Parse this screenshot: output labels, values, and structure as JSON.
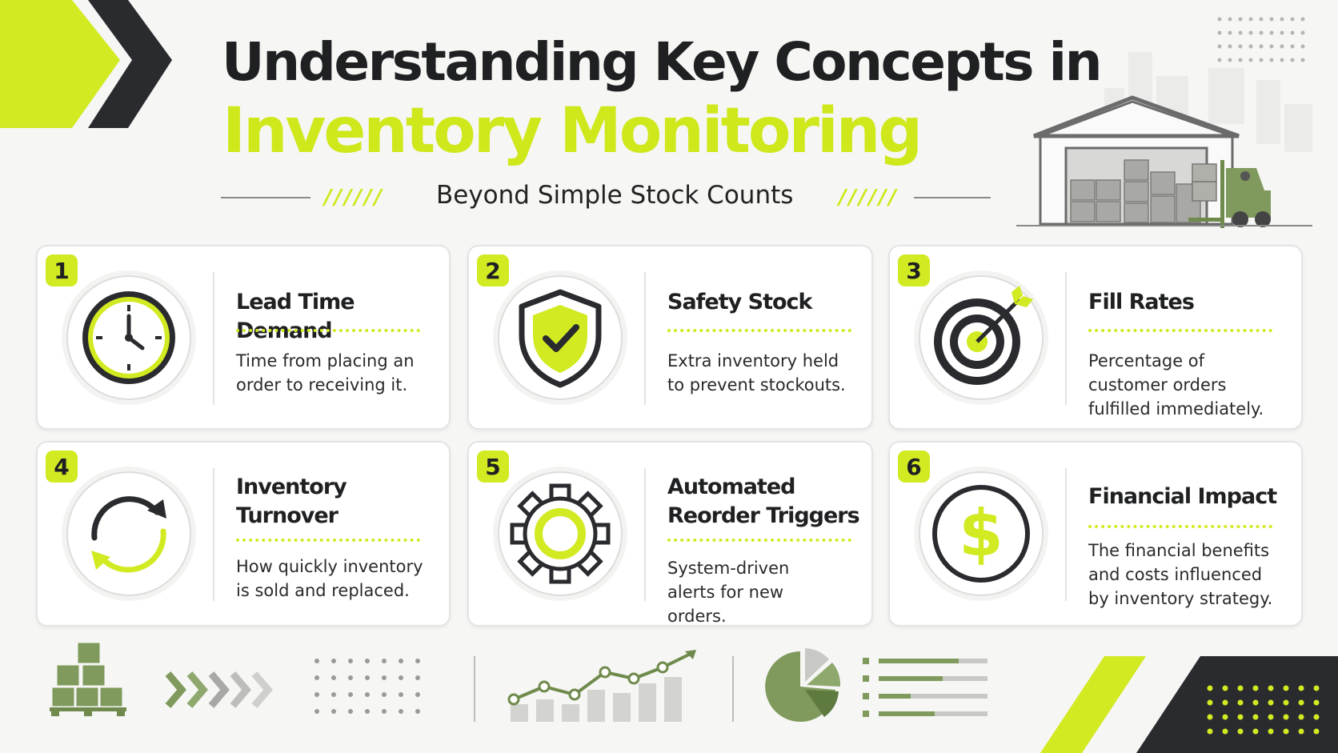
{
  "header": {
    "title_line1": "Understanding Key Concepts in",
    "title_line2": "Inventory Monitoring",
    "subtitle": "Beyond Simple Stock Counts",
    "slash_decor": "//////"
  },
  "colors": {
    "accent": "#cfe81c",
    "dark": "#2a2b2e",
    "muted_green": "#7f9a5c",
    "background": "#f6f6f4"
  },
  "cards": [
    {
      "number": "1",
      "title": "Lead Time Demand",
      "description": "Time from placing an order to receiving it.",
      "icon": "clock-icon"
    },
    {
      "number": "2",
      "title": "Safety Stock",
      "description": "Extra inventory held to prevent stockouts.",
      "icon": "shield-check-icon"
    },
    {
      "number": "3",
      "title": "Fill Rates",
      "description": "Percentage of customer orders fulfilled immediately.",
      "icon": "target-icon"
    },
    {
      "number": "4",
      "title": "Inventory Turnover",
      "description": "How quickly inventory is sold and replaced.",
      "icon": "cycle-arrows-icon"
    },
    {
      "number": "5",
      "title": "Automated Reorder Triggers",
      "description": "System-driven alerts for new orders.",
      "icon": "gear-icon"
    },
    {
      "number": "6",
      "title": "Financial Impact",
      "description": "The financial benefits and costs influenced by inventory strategy.",
      "icon": "dollar-icon"
    }
  ]
}
